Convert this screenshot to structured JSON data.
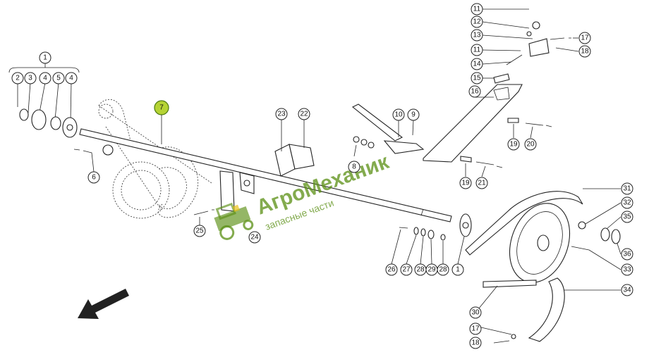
{
  "watermark": {
    "brand": "АгроМеханик",
    "tagline": "запасные части",
    "color": "#5a8f14"
  },
  "highlight_color": "#b5d334",
  "callouts": {
    "p1": "1",
    "p2": "2",
    "p3": "3",
    "p4a": "4",
    "p5": "5",
    "p4b": "4",
    "p6": "6",
    "p7": "7",
    "p8": "8",
    "p9": "9",
    "p10": "10",
    "p11a": "11",
    "p12": "12",
    "p13": "13",
    "p11b": "11",
    "p14": "14",
    "p15": "15",
    "p16": "16",
    "p17a": "17",
    "p18a": "18",
    "p19a": "19",
    "p20": "20",
    "p19b": "19",
    "p21": "21",
    "p22": "22",
    "p23": "23",
    "p24": "24",
    "p25": "25",
    "p26": "26",
    "p27": "27",
    "p28a": "28",
    "p29": "29",
    "p28b": "28",
    "p1b": "1",
    "p31": "31",
    "p32": "32",
    "p35": "35",
    "p36": "36",
    "p33": "33",
    "p34": "34",
    "p30": "30",
    "p17b": "17",
    "p18b": "18"
  }
}
